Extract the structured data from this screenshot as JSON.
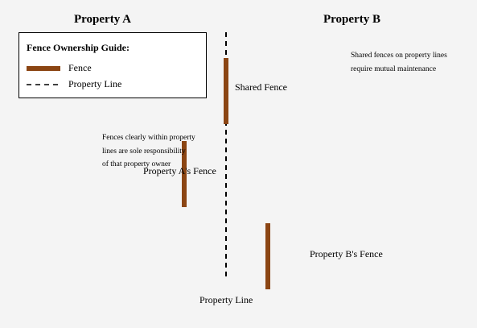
{
  "headings": {
    "property_a": "Property A",
    "property_b": "Property B"
  },
  "legend": {
    "title": "Fence Ownership Guide:",
    "fence_label": "Fence",
    "property_line_label": "Property Line"
  },
  "labels": {
    "shared_fence": "Shared Fence",
    "fence_a": "Property A's Fence",
    "fence_b": "Property B's Fence",
    "property_line": "Property Line"
  },
  "notes": {
    "shared": [
      "Shared fences on property lines",
      "require mutual maintenance"
    ],
    "within": [
      "Fences clearly within property",
      "lines are sole responsibility",
      "of that property owner"
    ]
  },
  "colors": {
    "fence": "#8b4513",
    "property_line": "#000000",
    "background": "#f4f4f4"
  }
}
